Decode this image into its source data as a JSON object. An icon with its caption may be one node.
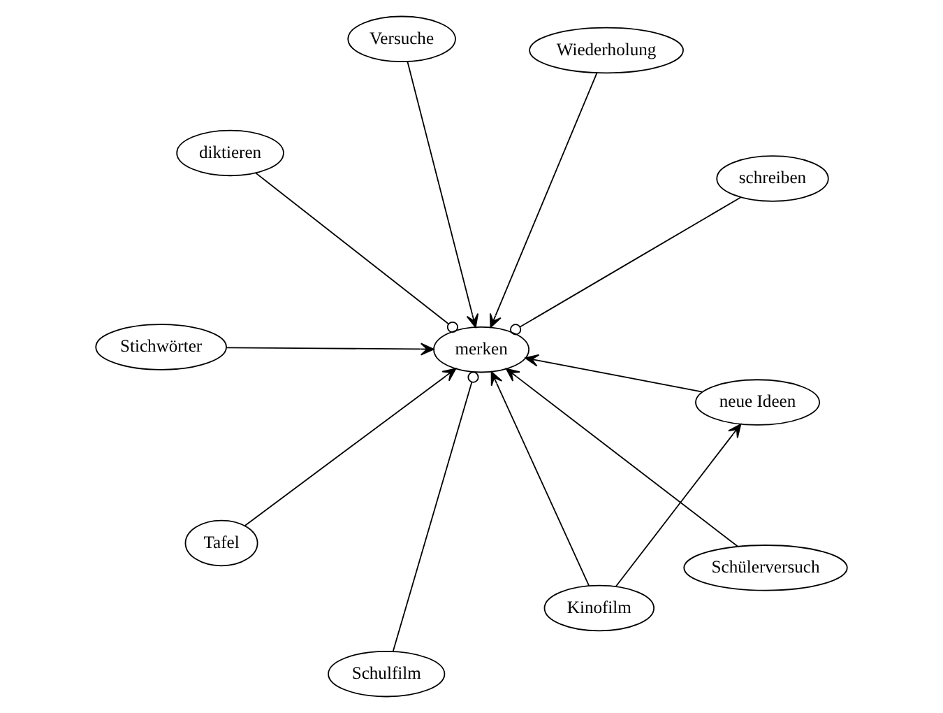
{
  "diagram": {
    "nodes": [
      {
        "text": [
          "diktieren"
        ]
      },
      {
        "text": [
          "Wiederholung"
        ]
      },
      {
        "text": [
          "Kinofilm"
        ]
      },
      {
        "text": [
          "Versuche"
        ]
      },
      {
        "text": [
          "neue Ideen"
        ]
      },
      {
        "text": [
          "merken"
        ]
      },
      {
        "text": [
          "Tafel"
        ]
      },
      {
        "text": [
          "schreiben"
        ]
      },
      {
        "text": [
          "Stichwörter"
        ]
      },
      {
        "text": [
          "Schülerversuch"
        ]
      },
      {
        "text": [
          "Schulfilm"
        ]
      }
    ],
    "edges": [
      {
        "from": 1,
        "to": 5,
        "arrow": "to"
      },
      {
        "from": 0,
        "to": 5,
        "arrow": "other"
      },
      {
        "from": 2,
        "to": 5,
        "arrow": "to"
      },
      {
        "from": 2,
        "to": 4,
        "arrow": "to"
      },
      {
        "from": 4,
        "to": 5,
        "arrow": "to"
      },
      {
        "from": 3,
        "to": 5,
        "arrow": "to"
      },
      {
        "from": 6,
        "to": 5,
        "arrow": "to"
      },
      {
        "from": 7,
        "to": 5,
        "arrow": "other"
      },
      {
        "from": 8,
        "to": 5,
        "arrow": "to"
      },
      {
        "from": 9,
        "to": 5,
        "arrow": "to"
      },
      {
        "from": 10,
        "to": 5,
        "arrow": "other"
      }
    ]
  }
}
